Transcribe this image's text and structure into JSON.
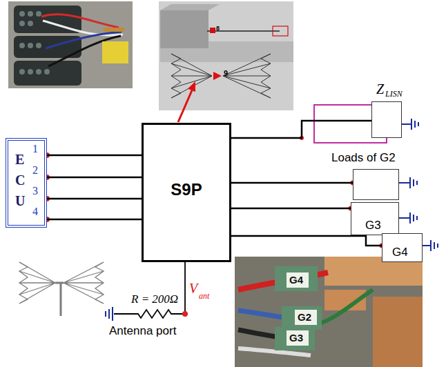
{
  "diagram": {
    "nodes": [
      {
        "text": [
          "E C U"
        ]
      },
      {
        "text": [
          "S9P"
        ]
      },
      {
        "text": [
          "Z",
          "LISN"
        ]
      },
      {
        "text": [
          "Loads of G2"
        ]
      },
      {
        "text": [
          "G3"
        ]
      },
      {
        "text": [
          "G4"
        ]
      }
    ],
    "edges": [
      {
        "from": 0,
        "to": 1,
        "arrow": "none"
      },
      {
        "from": 0,
        "to": 1,
        "arrow": "none"
      },
      {
        "from": 0,
        "to": 1,
        "arrow": "none"
      },
      {
        "from": 0,
        "to": 1,
        "arrow": "none"
      },
      {
        "from": 1,
        "to": 2,
        "arrow": "none"
      },
      {
        "from": 1,
        "to": 3,
        "arrow": "none"
      },
      {
        "from": 1,
        "to": 4,
        "arrow": "none"
      },
      {
        "from": 1,
        "to": 5,
        "arrow": "none"
      }
    ],
    "labels": [
      "1",
      "2",
      "3",
      "4",
      "8",
      "9",
      "R = 200Ω",
      "Antenna port",
      "V",
      "ant",
      "G4",
      "G2",
      "G3"
    ]
  }
}
